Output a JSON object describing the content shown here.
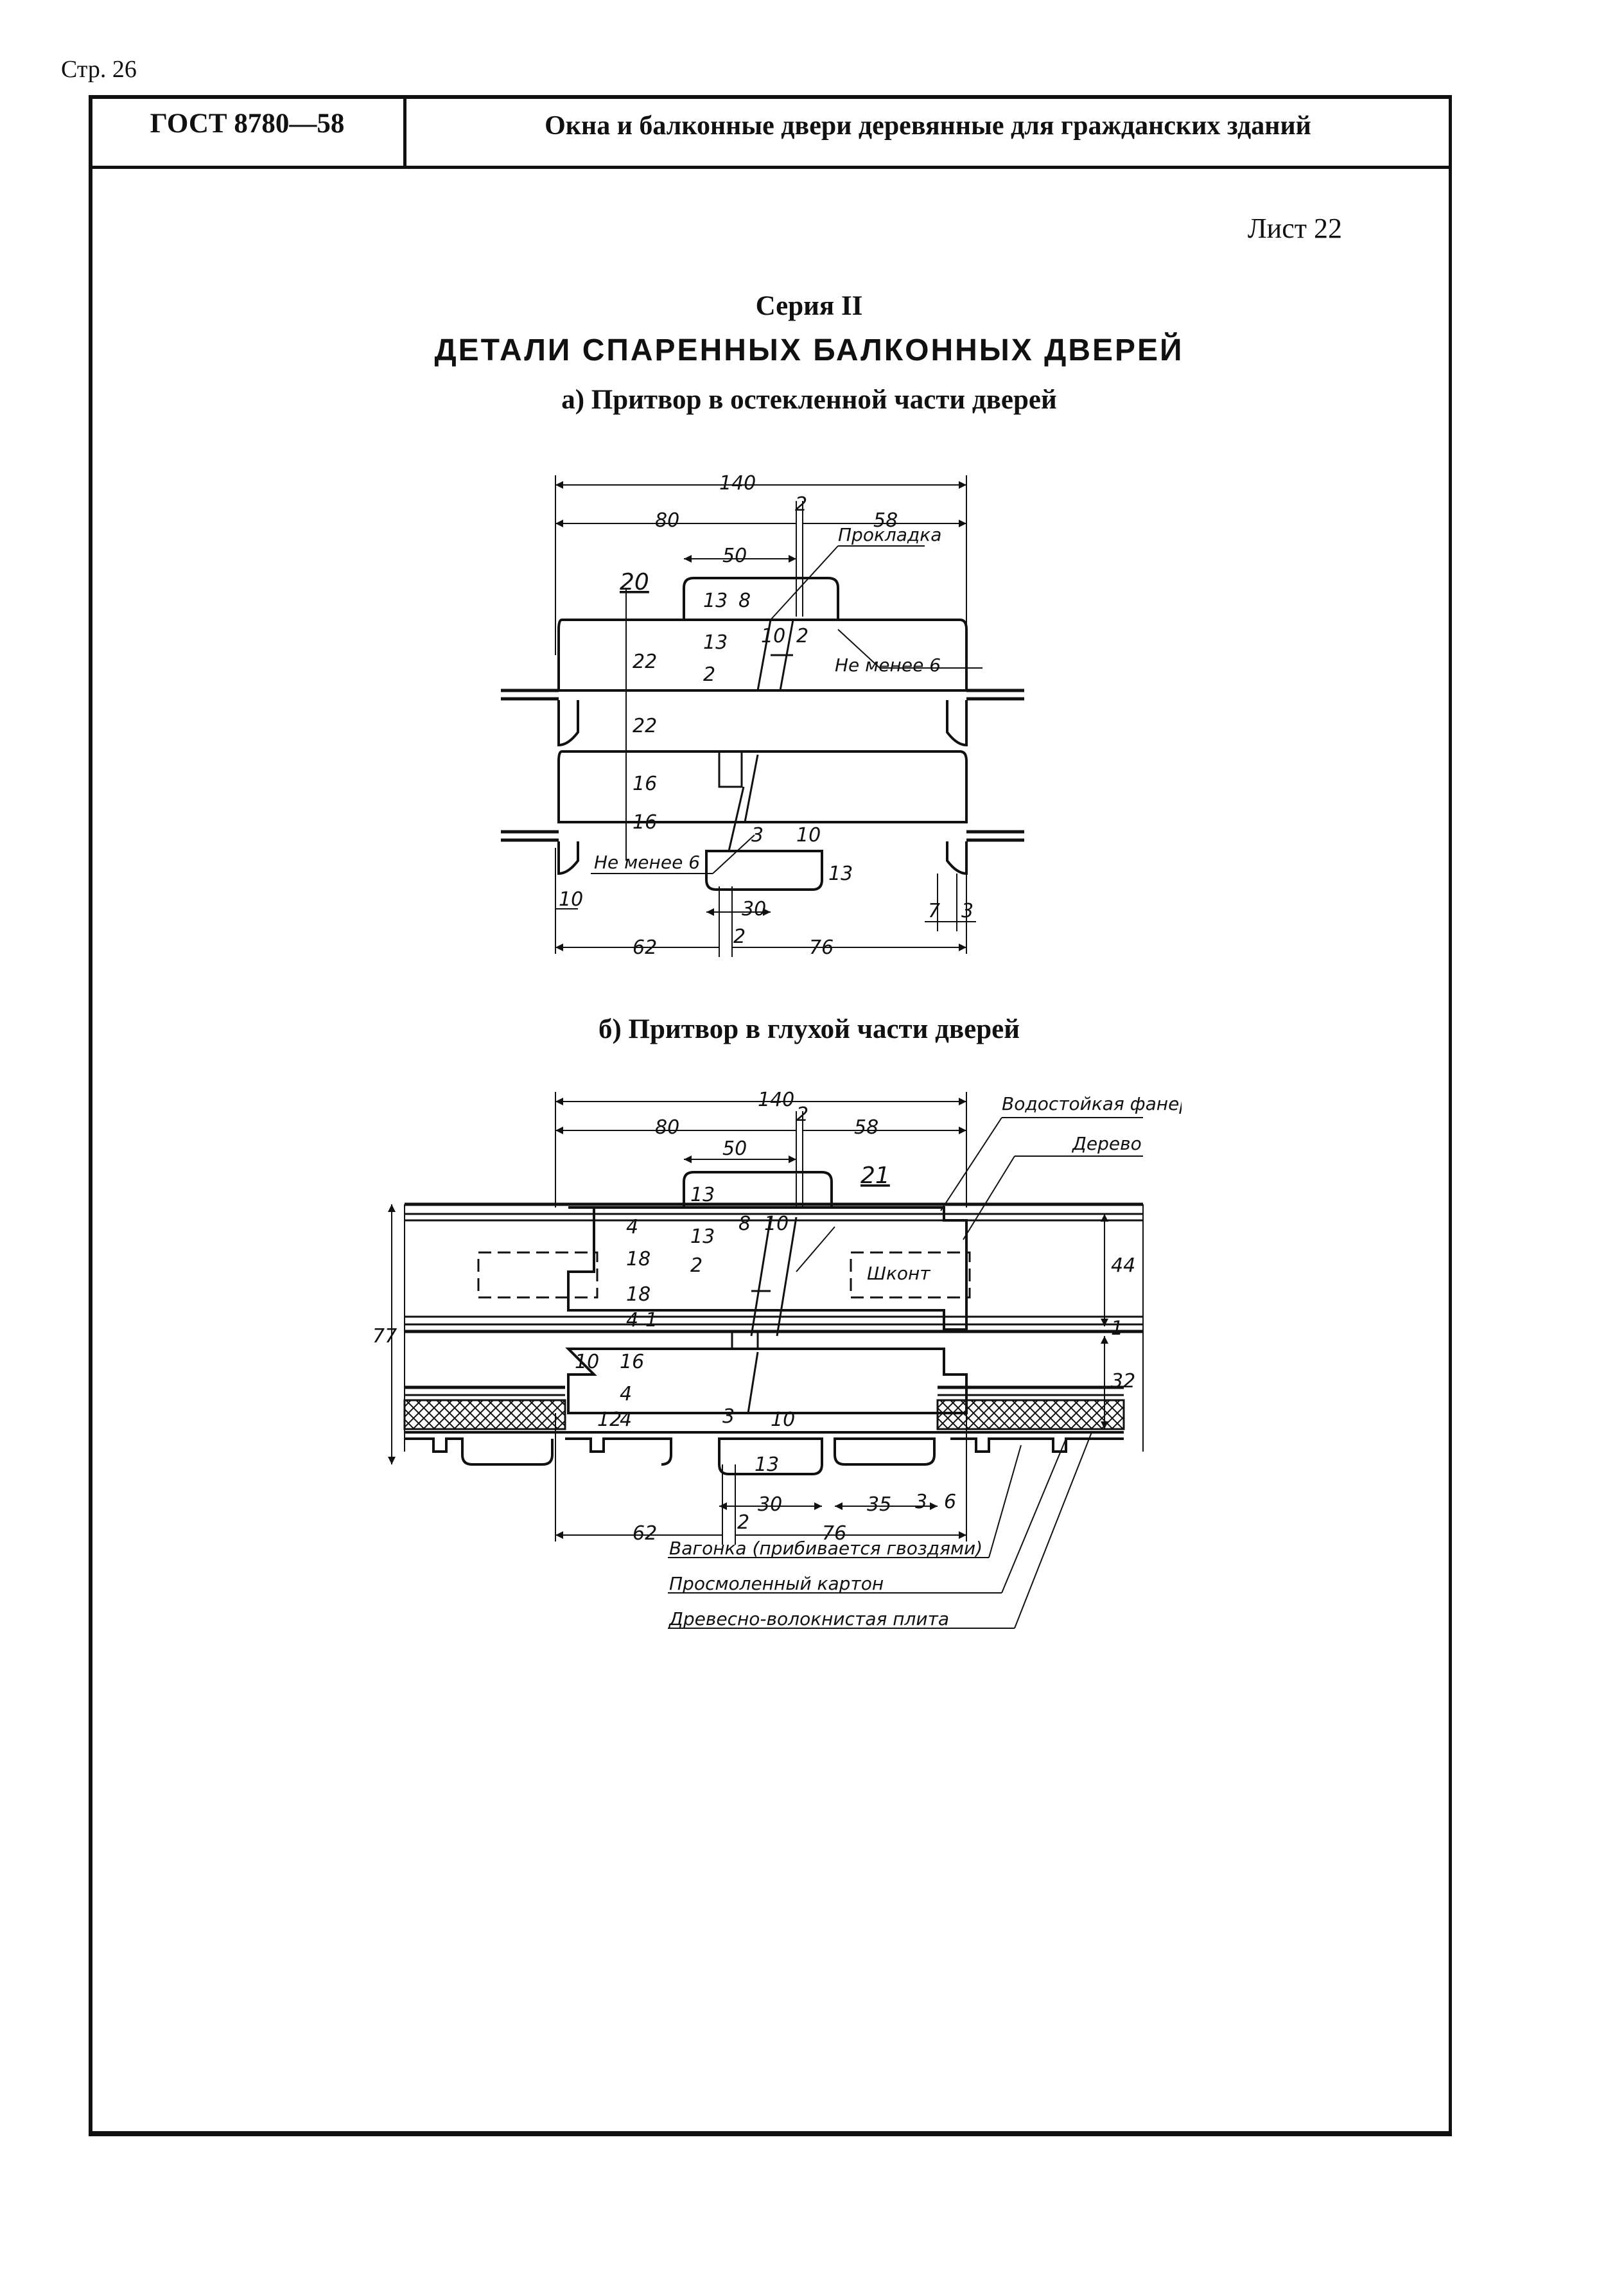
{
  "page_number": "Стр. 26",
  "header": {
    "standard": "ГОСТ 8780—58",
    "title": "Окна и балконные двери деревянные для гражданских зданий"
  },
  "sheet": "Лист 22",
  "series": "Серия II",
  "main_title": "ДЕТАЛИ СПАРЕННЫХ БАЛКОННЫХ ДВЕРЕЙ",
  "section_a": {
    "caption": "а) Притвор в остекленной части дверей",
    "labels": {
      "part": "20",
      "gasket": "Прокладка",
      "min1": "Не менее 6",
      "min2": "Не менее 6"
    },
    "dims": {
      "d140": "140",
      "d80": "80",
      "d2top": "2",
      "d58": "58",
      "d50": "50",
      "d13a": "13",
      "d8": "8",
      "d13b": "13",
      "d10": "10",
      "d2b": "2",
      "d22a": "22",
      "d2c": "2",
      "d22b": "22",
      "d16a": "16",
      "d16b": "16",
      "d3": "3",
      "d10b": "10",
      "d13c": "13",
      "d10c": "10",
      "d30": "30",
      "d7": "7",
      "d3b": "3",
      "d62": "62",
      "d2d": "2",
      "d76": "76"
    }
  },
  "section_b": {
    "caption": "б) Притвор в глухой части дверей",
    "labels": {
      "part": "21",
      "plywood": "Водостойкая фанера",
      "wood": "Дерево",
      "dowel": "Шконт",
      "lining": "Вагонка (прибивается гвоздями)",
      "cardboard": "Просмоленный картон",
      "fiberboard": "Древесно-волокнистая плита"
    },
    "dims": {
      "d140": "140",
      "d80": "80",
      "d2": "2",
      "d58": "58",
      "d50": "50",
      "d13a": "13",
      "d13b": "13",
      "d8": "8",
      "d10": "10",
      "d2b": "2",
      "d4a": "4",
      "d18a": "18",
      "d18b": "18",
      "d4b": "4",
      "d1": "1",
      "d10b": "10",
      "d16": "16",
      "d4c": "4",
      "d12": "12",
      "d4d": "4",
      "d77": "77",
      "d44": "44",
      "d1b": "1",
      "d32": "32",
      "d3": "3",
      "d10c": "10",
      "d13c": "13",
      "d30": "30",
      "d35": "35",
      "d3b": "3",
      "d6": "6",
      "d62": "62",
      "d2c": "2",
      "d76": "76"
    }
  }
}
